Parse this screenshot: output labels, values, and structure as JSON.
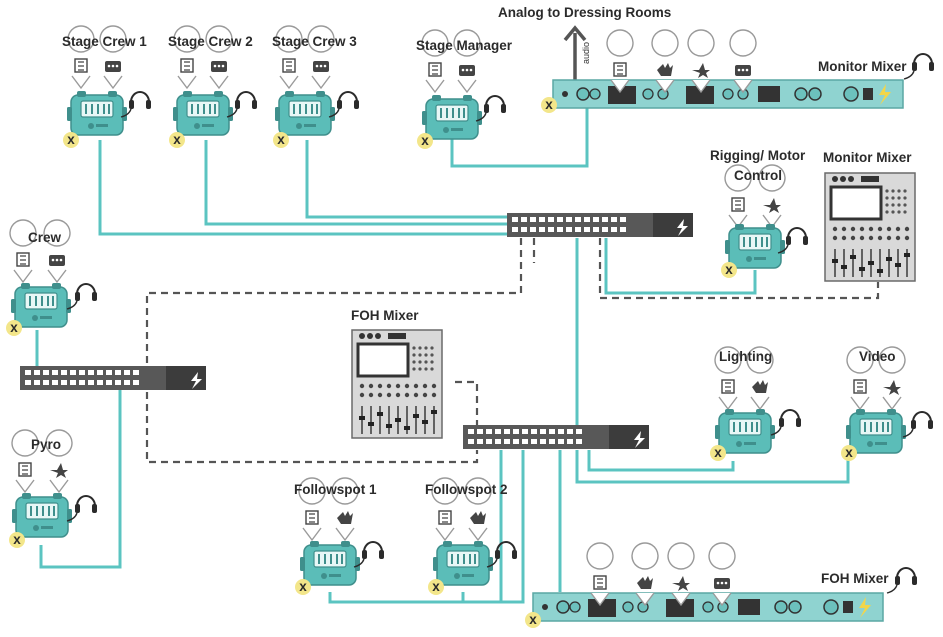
{
  "labels": {
    "analog_out": "Analog to Dressing Rooms",
    "audio_tag": "audio",
    "stage_crew_1": "Stage Crew 1",
    "stage_crew_2": "Stage Crew 2",
    "stage_crew_3": "Stage Crew 3",
    "stage_manager": "Stage Manager",
    "monitor_mixer_top": "Monitor Mixer",
    "rigging_line1": "Rigging/ Motor",
    "rigging_line2": "Control",
    "monitor_mixer_console": "Monitor Mixer",
    "crew": "Crew",
    "foh_mixer_console": "FOH Mixer",
    "lighting": "Lighting",
    "video": "Video",
    "pyro": "Pyro",
    "followspot_1": "Followspot 1",
    "followspot_2": "Followspot 2",
    "foh_mixer_rack": "FOH Mixer"
  },
  "beltpack_badge": "x",
  "colors": {
    "cable": "#5bc4c1",
    "beltpack": "#5bbdb8",
    "beltpack_dark": "#3f8f8c",
    "switch_body": "#3c3c3c",
    "rack_body": "#8fd3d0",
    "badge": "#f3e68a",
    "dashed": "#555555",
    "console_body": "#d9d9d9"
  },
  "icons": [
    "channel-key-icon",
    "keypad-icon",
    "hand-icon",
    "star-icon",
    "bolt-icon",
    "headset-icon"
  ]
}
